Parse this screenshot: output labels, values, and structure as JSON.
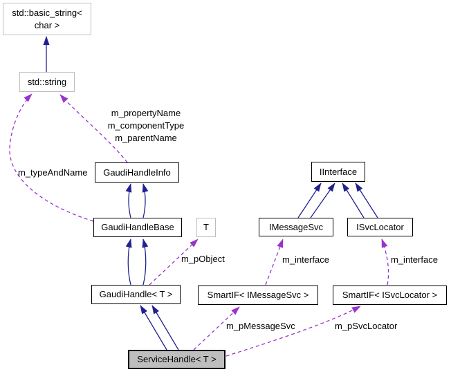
{
  "diagram": {
    "kind": "doxygen-collaboration-graph",
    "colors": {
      "background": "#ffffff",
      "inheritance_edge": "#22218f",
      "usage_edge": "#9a32cd",
      "class_border": "#000000",
      "external_border": "#bdbdbd",
      "focus_fill": "#bebebe",
      "text": "#000000"
    },
    "nodes": {
      "std_basic_string": {
        "label": "std::basic_string<\nchar >",
        "kind": "external"
      },
      "std_string": {
        "label": "std::string",
        "kind": "external"
      },
      "gaudi_handle_info": {
        "label": "GaudiHandleInfo",
        "kind": "class"
      },
      "gaudi_handle_base": {
        "label": "GaudiHandleBase",
        "kind": "class"
      },
      "t": {
        "label": "T",
        "kind": "external"
      },
      "gaudi_handle_t": {
        "label": "GaudiHandle< T >",
        "kind": "class"
      },
      "iinterface": {
        "label": "IInterface",
        "kind": "class"
      },
      "imessagesvc": {
        "label": "IMessageSvc",
        "kind": "class"
      },
      "isvclocator": {
        "label": "ISvcLocator",
        "kind": "class"
      },
      "smartif_imessagesvc": {
        "label": "SmartIF< IMessageSvc >",
        "kind": "class"
      },
      "smartif_isvclocator": {
        "label": "SmartIF< ISvcLocator >",
        "kind": "class"
      },
      "service_handle_t": {
        "label": "ServiceHandle< T >",
        "kind": "focus"
      }
    },
    "edge_labels": {
      "handle_info_strings": "m_propertyName\nm_componentType\nm_parentName",
      "type_and_name": "m_typeAndName",
      "p_object": "m_pObject",
      "interface_left": "m_interface",
      "interface_right": "m_interface",
      "p_message_svc": "m_pMessageSvc",
      "p_svc_locator": "m_pSvcLocator"
    },
    "edges": [
      {
        "from": "std::string",
        "to": "std::basic_string< char >",
        "type": "inheritance"
      },
      {
        "from": "GaudiHandleBase",
        "to": "GaudiHandleInfo",
        "type": "inheritance",
        "count": 2
      },
      {
        "from": "GaudiHandle< T >",
        "to": "GaudiHandleBase",
        "type": "inheritance",
        "count": 2
      },
      {
        "from": "ServiceHandle< T >",
        "to": "GaudiHandle< T >",
        "type": "inheritance",
        "count": 2
      },
      {
        "from": "IMessageSvc",
        "to": "IInterface",
        "type": "inheritance",
        "count": 2
      },
      {
        "from": "ISvcLocator",
        "to": "IInterface",
        "type": "inheritance",
        "count": 2
      },
      {
        "from": "GaudiHandleInfo",
        "to": "std::string",
        "type": "usage",
        "label": "m_propertyName\nm_componentType\nm_parentName"
      },
      {
        "from": "GaudiHandleBase",
        "to": "std::string",
        "type": "usage",
        "label": "m_typeAndName"
      },
      {
        "from": "GaudiHandle< T >",
        "to": "T",
        "type": "usage",
        "label": "m_pObject"
      },
      {
        "from": "SmartIF< IMessageSvc >",
        "to": "IMessageSvc",
        "type": "usage",
        "label": "m_interface"
      },
      {
        "from": "SmartIF< ISvcLocator >",
        "to": "ISvcLocator",
        "type": "usage",
        "label": "m_interface"
      },
      {
        "from": "ServiceHandle< T >",
        "to": "SmartIF< IMessageSvc >",
        "type": "usage",
        "label": "m_pMessageSvc"
      },
      {
        "from": "ServiceHandle< T >",
        "to": "SmartIF< ISvcLocator >",
        "type": "usage",
        "label": "m_pSvcLocator"
      }
    ]
  }
}
